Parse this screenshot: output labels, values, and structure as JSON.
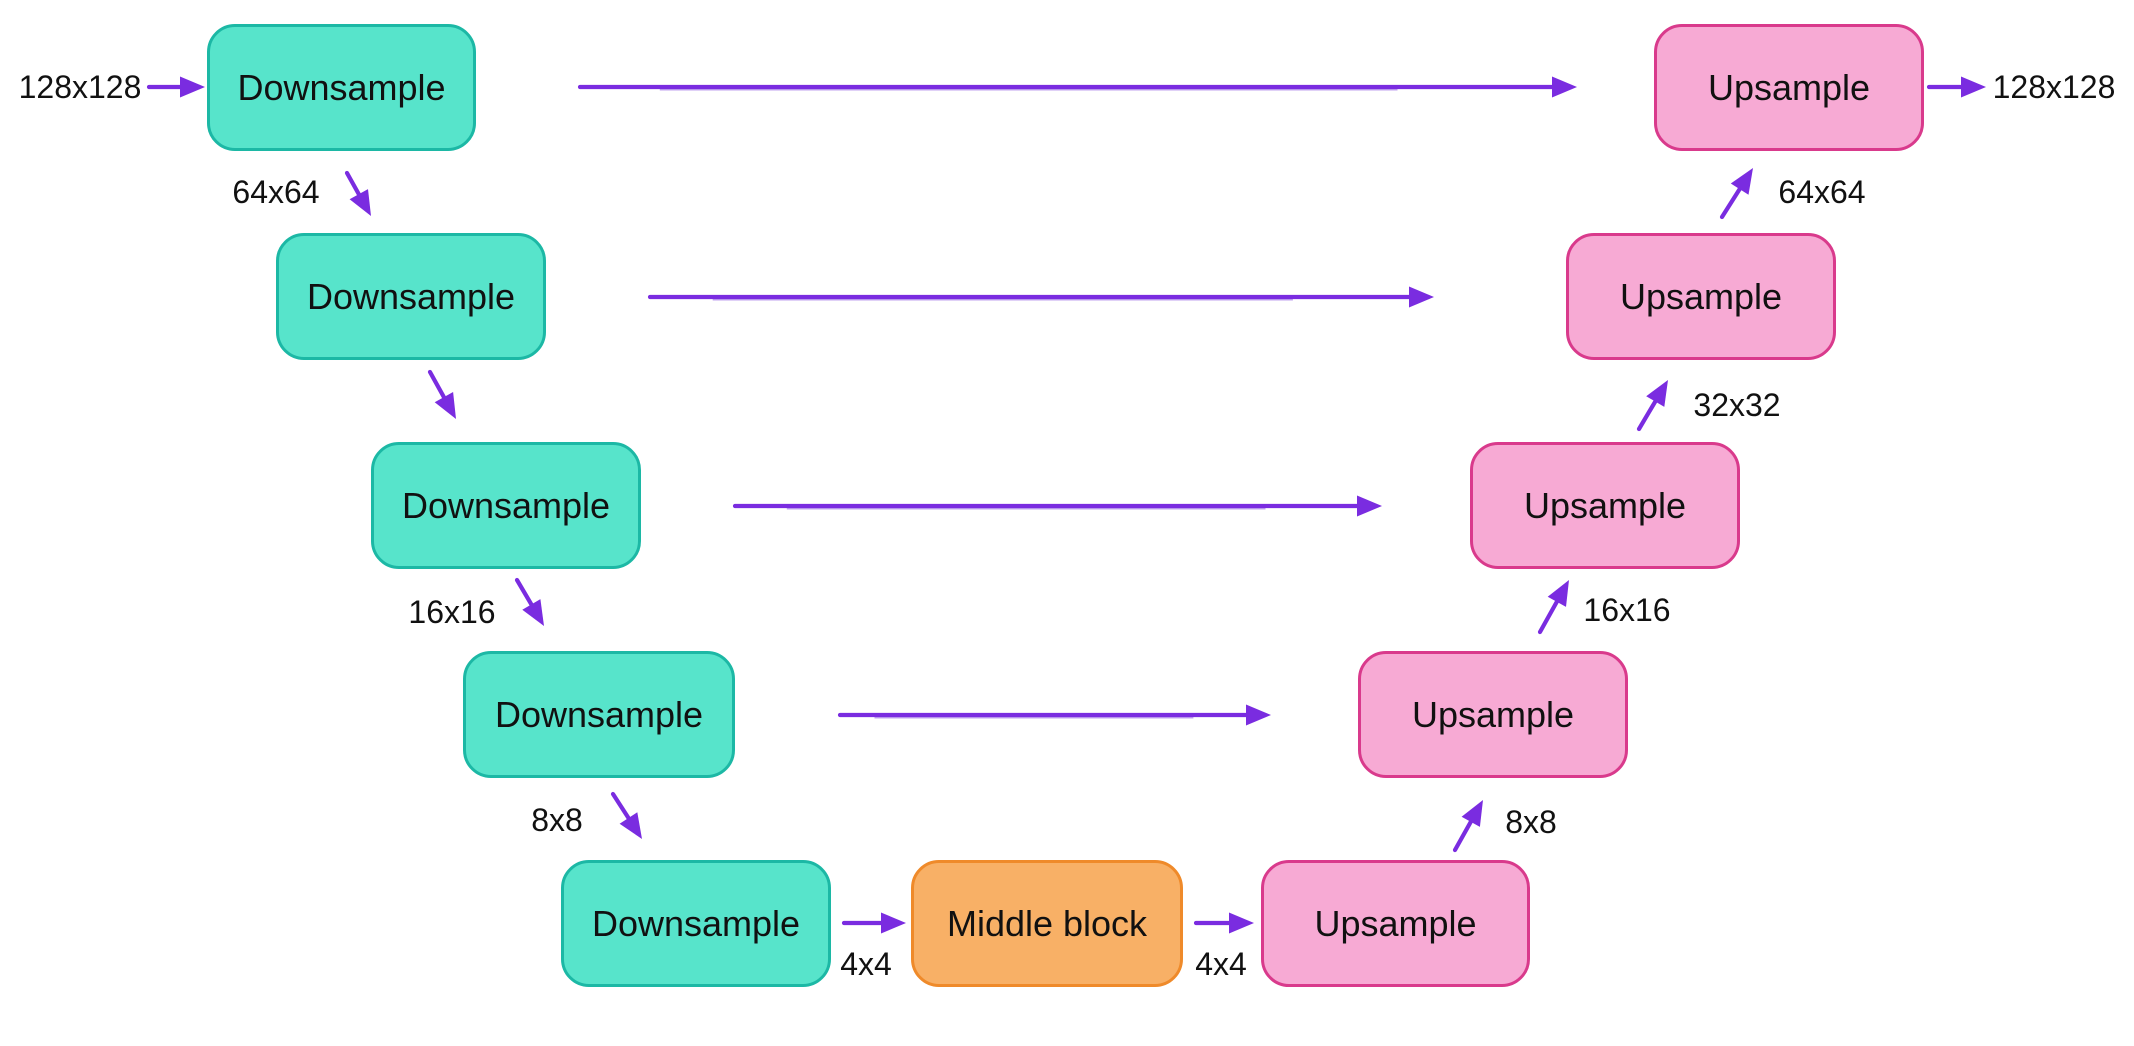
{
  "diagram": {
    "kind": "u-net-flow-diagram"
  },
  "colors": {
    "downsample-fill": "#57e4cb",
    "downsample-border": "#1cb8a5",
    "upsample-fill": "#f7aad4",
    "upsample-border": "#d93a8c",
    "middle-fill": "#f8b066",
    "middle-border": "#ef8a2a",
    "arrow": "#7a2ce0",
    "arrow-light": "#b593ec",
    "text": "#111111",
    "background": "#ffffff"
  },
  "nodes": {
    "down1": {
      "label": "Downsample"
    },
    "down2": {
      "label": "Downsample"
    },
    "down3": {
      "label": "Downsample"
    },
    "down4": {
      "label": "Downsample"
    },
    "down5": {
      "label": "Downsample"
    },
    "middle": {
      "label": "Middle block"
    },
    "up5": {
      "label": "Upsample"
    },
    "up4": {
      "label": "Upsample"
    },
    "up3": {
      "label": "Upsample"
    },
    "up2": {
      "label": "Upsample"
    },
    "up1": {
      "label": "Upsample"
    }
  },
  "annotations": {
    "input_size": "128x128",
    "left_64": "64x64",
    "left_16": "16x16",
    "left_8": "8x8",
    "left_4": "4x4",
    "right_4": "4x4",
    "right_8": "8x8",
    "right_16": "16x16",
    "right_32": "32x32",
    "right_64": "64x64",
    "output_size": "128x128"
  }
}
